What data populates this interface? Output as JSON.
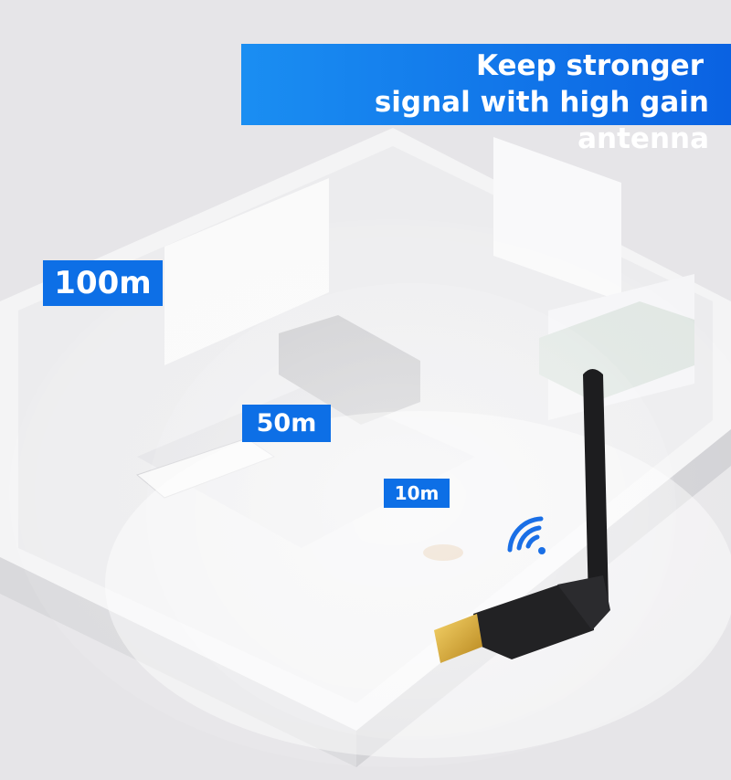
{
  "headline": {
    "line1": "Keep stronger",
    "line2": "signal with high gain antenna"
  },
  "range_labels": {
    "far": "100m",
    "mid": "50m",
    "near": "10m"
  },
  "colors": {
    "brand_blue": "#0d6fe6",
    "background": "#e6e5e8"
  },
  "icons": [
    "wifi-signal-icon",
    "usb-wifi-adapter"
  ]
}
